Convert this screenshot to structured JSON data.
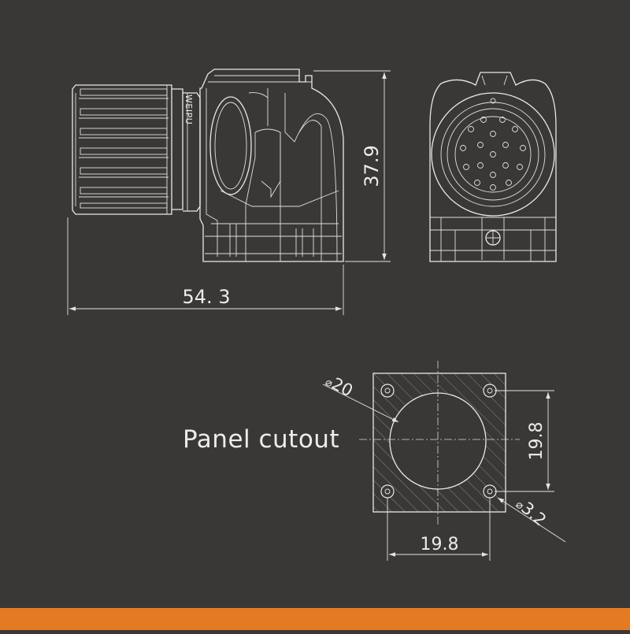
{
  "colors": {
    "background": "#3a3836",
    "line": "#e9e9e9",
    "accent_bar": "#e47a22"
  },
  "side_view": {
    "marking": "WEIPU",
    "dim_length": "54. 3",
    "dim_height": "37.9"
  },
  "panel": {
    "title": "Panel cutout",
    "dim_width": "19.8",
    "dim_height": "19.8",
    "dim_hole": "20",
    "dim_screw": "3.2",
    "diameter_symbol": "⌀"
  }
}
